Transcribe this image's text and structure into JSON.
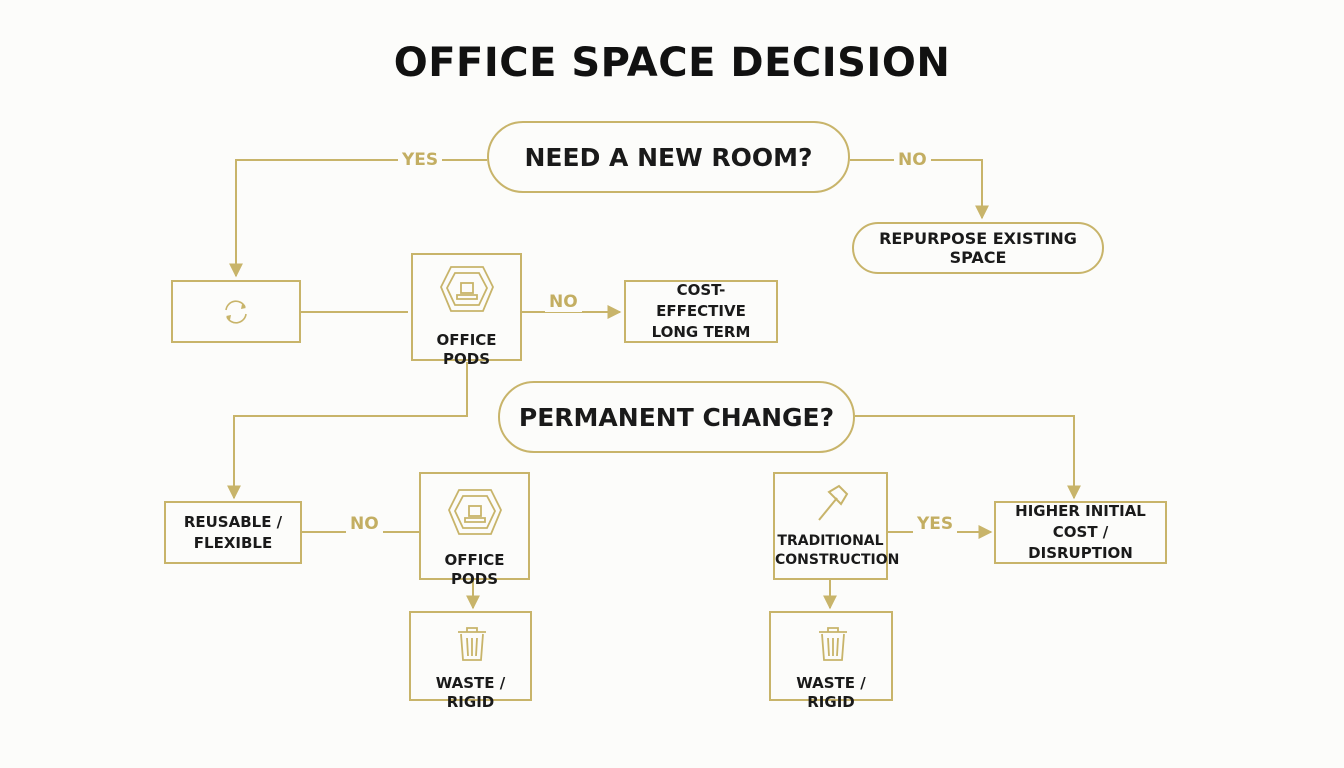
{
  "title": "OFFICE SPACE DECISION",
  "nodes": {
    "q1": "NEED A NEW ROOM?",
    "repurpose": "REPURPOSE EXISTING SPACE",
    "pods_top": "OFFICE PODS",
    "cost_effective": "COST-EFFECTIVE LONG TERM",
    "q2": "PERMANENT CHANGE?",
    "reusable": "REUSABLE / FLEXIBLE",
    "pods_bottom": "OFFICE PODS",
    "waste_left": "WASTE / RIGID",
    "traditional": "TRADITIONAL CONSTRUCTION",
    "higher_cost": "HIGHER INITIAL COST / DISRUPTION",
    "waste_right": "WASTE / RIGID"
  },
  "edge_labels": {
    "yes_top": "YES",
    "no_top": "NO",
    "no_pods": "NO",
    "no_reusable": "NO",
    "yes_traditional": "YES"
  },
  "icons": {
    "cycle": "refresh-cycle-icon",
    "pod": "office-pod-icon",
    "hammer": "hammer-icon",
    "trash": "trash-can-icon"
  },
  "colors": {
    "accent": "#c8b46a",
    "text": "#111111",
    "background": "#fcfcfa"
  }
}
